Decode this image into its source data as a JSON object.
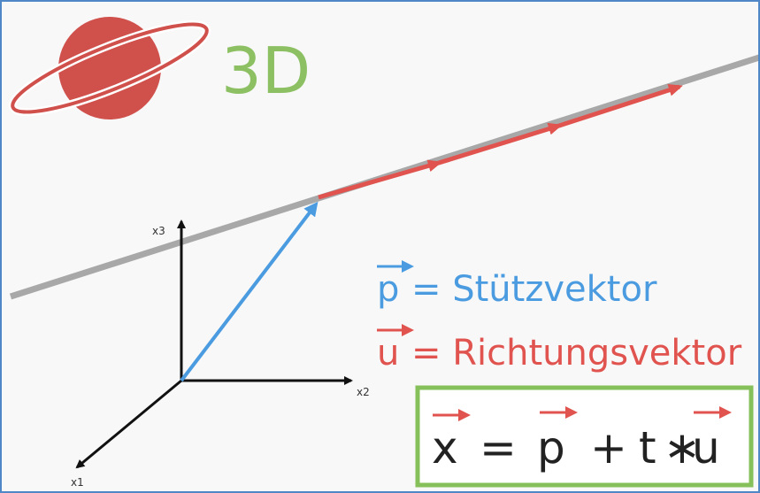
{
  "logo": {
    "text": "3D",
    "color": "#8cc063",
    "planet_color": "#d0504c",
    "icon": "saturn-planet-icon"
  },
  "axes": {
    "x1": "x1",
    "x2": "x2",
    "x3": "x3"
  },
  "legend": {
    "p": {
      "symbol": "p",
      "text": "= Stützvektor",
      "color": "#4a9be0"
    },
    "u": {
      "symbol": "u",
      "text": "= Richtungsvektor",
      "color": "#e0534e"
    }
  },
  "formula": {
    "lhs": "x",
    "eq": "=",
    "p": "p",
    "plus": "+",
    "t": "t",
    "times": "∗",
    "u": "u",
    "box_color": "#86c05a"
  },
  "colors": {
    "line": "#a8a8a8",
    "axes": "#111111",
    "support_vector": "#4a9be0",
    "direction_vector": "#e0534e"
  }
}
